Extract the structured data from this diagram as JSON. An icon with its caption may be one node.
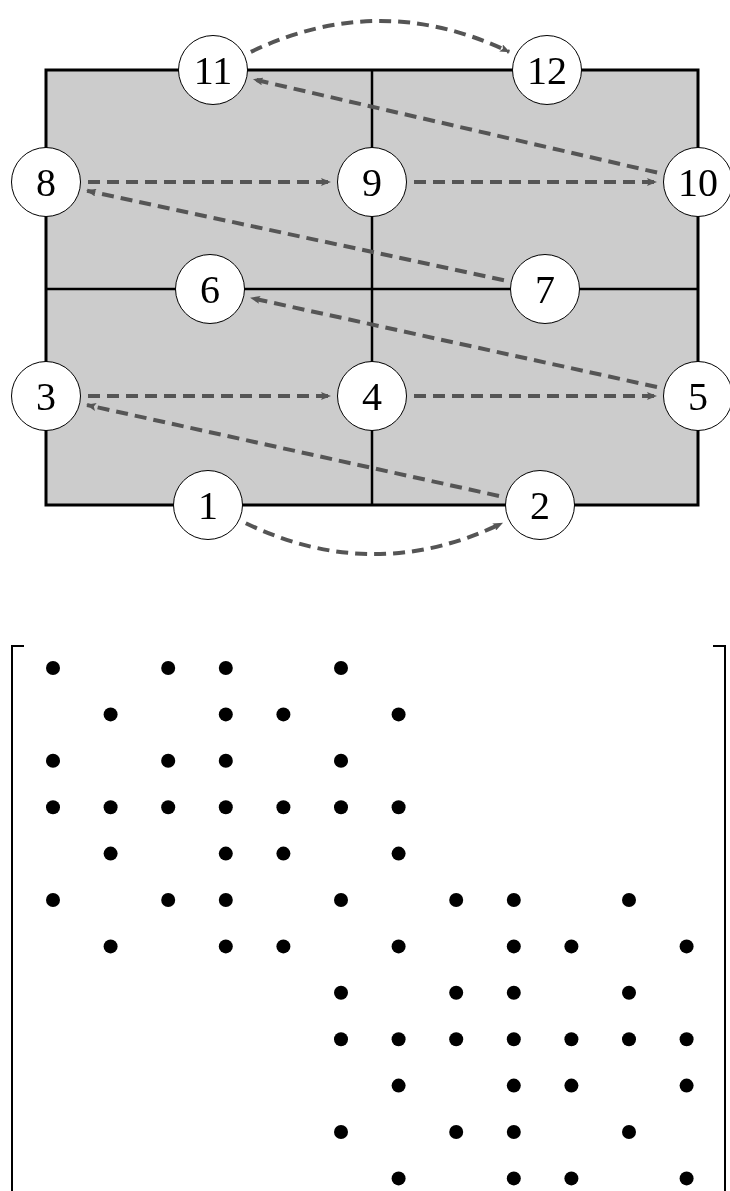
{
  "diagram": {
    "nodes": [
      {
        "text": [
          "1"
        ]
      },
      {
        "text": [
          "2"
        ]
      },
      {
        "text": [
          "3"
        ]
      },
      {
        "text": [
          "4"
        ]
      },
      {
        "text": [
          "5"
        ]
      },
      {
        "text": [
          "6"
        ]
      },
      {
        "text": [
          "7"
        ]
      },
      {
        "text": [
          "8"
        ]
      },
      {
        "text": [
          "9"
        ]
      },
      {
        "text": [
          "10"
        ]
      },
      {
        "text": [
          "11"
        ]
      },
      {
        "text": [
          "12"
        ]
      }
    ],
    "edges": [
      {
        "from": 0,
        "to": 1,
        "arrow": "to",
        "style": "dashed"
      },
      {
        "from": 1,
        "to": 2,
        "arrow": "to",
        "style": "dashed"
      },
      {
        "from": 2,
        "to": 3,
        "arrow": "to",
        "style": "dashed"
      },
      {
        "from": 3,
        "to": 4,
        "arrow": "to",
        "style": "dashed"
      },
      {
        "from": 4,
        "to": 5,
        "arrow": "to",
        "style": "dashed"
      },
      {
        "from": 6,
        "to": 7,
        "arrow": "to",
        "style": "dashed"
      },
      {
        "from": 7,
        "to": 8,
        "arrow": "to",
        "style": "dashed"
      },
      {
        "from": 8,
        "to": 9,
        "arrow": "to",
        "style": "dashed"
      },
      {
        "from": 9,
        "to": 10,
        "arrow": "to",
        "style": "dashed"
      },
      {
        "from": 10,
        "to": 11,
        "arrow": "to",
        "style": "dashed"
      }
    ]
  }
}
